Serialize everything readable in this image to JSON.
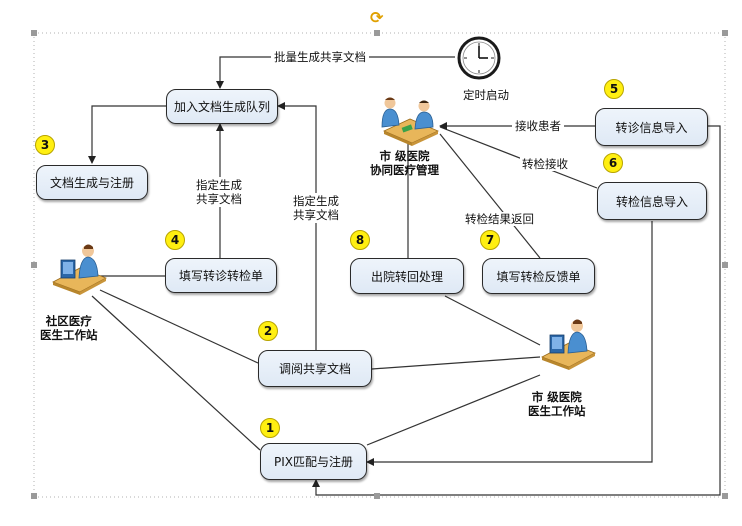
{
  "nodes": {
    "queue": "加入文档生成队列",
    "doc_register": "文档生成与注册",
    "fill_referral": "填写转诊转检单",
    "view_docs": "调阅共享文档",
    "pix": "PIX匹配与注册",
    "discharge": "出院转回处理",
    "fill_feedback": "填写转检反馈单",
    "referral_import": "转诊信息导入",
    "exam_import": "转检信息导入"
  },
  "badges": [
    "1",
    "2",
    "3",
    "4",
    "5",
    "6",
    "7",
    "8"
  ],
  "edge_labels": {
    "batch": "批量生成共享文档",
    "timer": "定时启动",
    "specify_left": [
      "指定生成",
      "共享文档"
    ],
    "specify_right": [
      "指定生成",
      "共享文档"
    ],
    "receive_patient": "接收患者",
    "exam_receive": "转检接收",
    "exam_result_return": "转检结果返回"
  },
  "actors": {
    "community": {
      "name": [
        "社区医疗",
        "医生工作站"
      ],
      "icon": "doctor-at-computer"
    },
    "city_doctor": {
      "name": [
        "市 级医院",
        "医生工作站"
      ],
      "icon": "doctor-at-computer"
    },
    "city_coord": {
      "name": [
        "市 级医院",
        "协同医疗管理"
      ],
      "icon": "doctors-meeting"
    }
  },
  "icons": {
    "clock": "clock-icon",
    "rotate": "rotate-handle-icon"
  },
  "colors": {
    "box_fill": "#e6eef8",
    "box_border": "#2a2a2a",
    "badge": "#ffef11",
    "line": "#333333"
  }
}
